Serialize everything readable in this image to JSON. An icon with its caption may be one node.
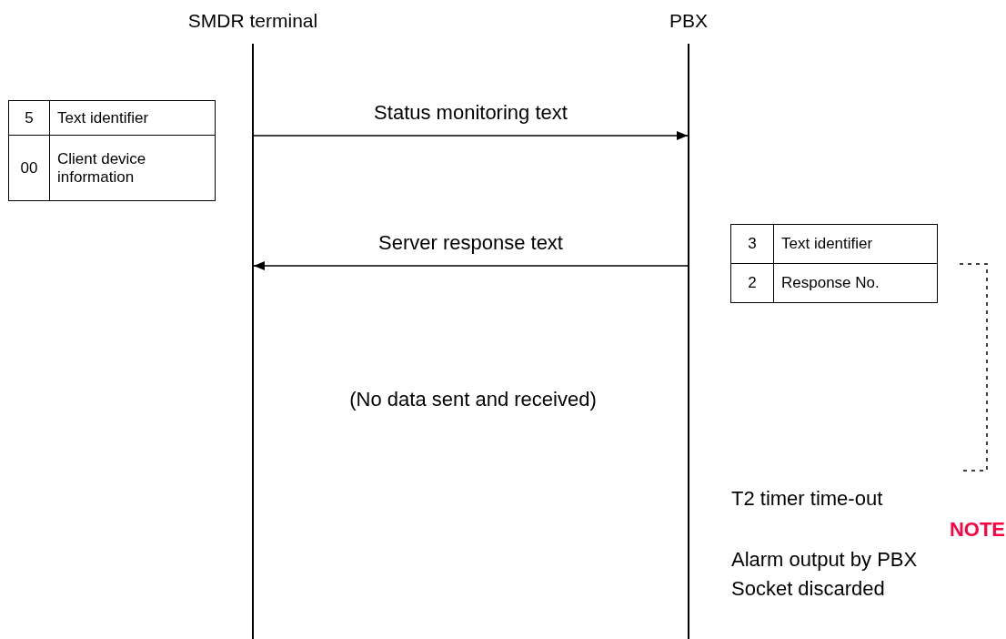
{
  "diagram": {
    "nodes": [
      {
        "text": [
          "SMDR terminal"
        ]
      },
      {
        "text": [
          "PBX"
        ]
      }
    ],
    "edges": [
      {
        "from": 0,
        "to": 1,
        "arrow": "to",
        "label": "Status monitoring text"
      },
      {
        "from": 1,
        "to": 0,
        "arrow": "to",
        "label": "Server response text"
      }
    ],
    "labels": [
      "5",
      "Text identifier",
      "00",
      "Client device information",
      "3",
      "Text identifier",
      "2",
      "Response No.",
      "(No data sent and received)",
      "T2 timer time-out",
      "NOTE",
      "Alarm output by PBX",
      "Socket discarded"
    ]
  }
}
